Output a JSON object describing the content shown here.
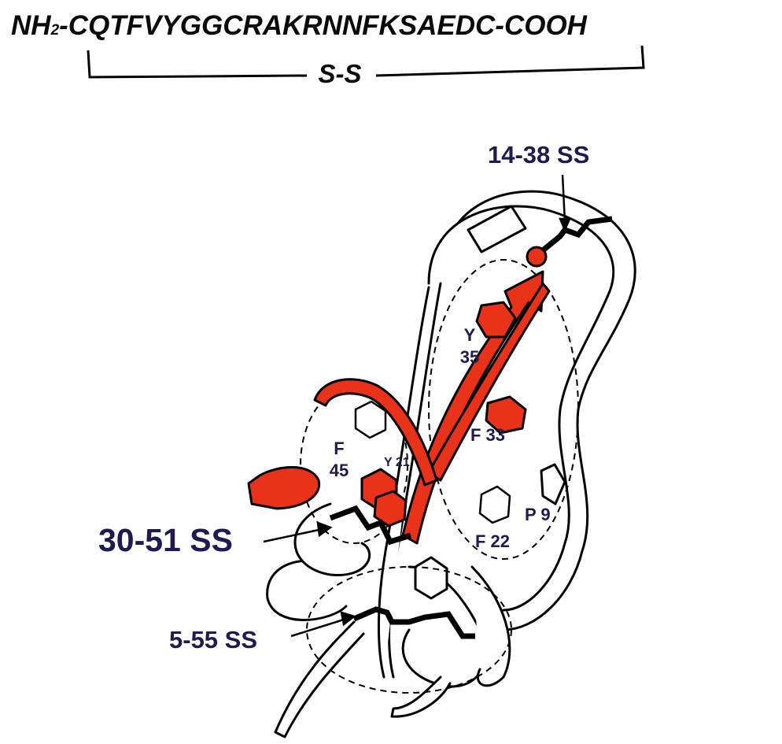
{
  "sequence": {
    "n_terminus": "NH",
    "n_subscript": "2",
    "residues": "-CQTFVYGGCRAKRNNFKSAEDC-",
    "c_terminus": "COOH"
  },
  "bond_label": "S-S",
  "disulfides": {
    "ss_14_38": "14-38 SS",
    "ss_30_51": "30-51 SS",
    "ss_5_55": "5-55 SS"
  },
  "residue_labels": {
    "y35_letter": "Y",
    "y35_number": "35",
    "f33": "F 33",
    "f45_letter": "F",
    "f45_number": "45",
    "y21": "Y 21",
    "p9": "P 9",
    "f22": "F 22"
  },
  "colors": {
    "highlight_red": "#e8321a",
    "label_navy": "#1f1a4f",
    "outline": "#000000"
  }
}
